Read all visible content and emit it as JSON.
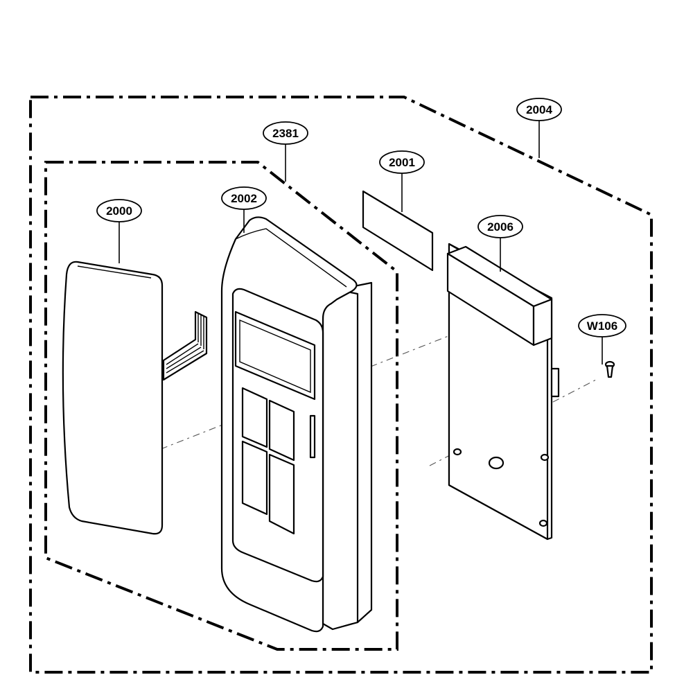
{
  "callouts": {
    "assembly_outer": "2004",
    "assembly_inner": "2381",
    "window_panel": "2000",
    "control_housing": "2002",
    "label_plate": "2001",
    "pcb": "2006",
    "screw": "W106"
  }
}
